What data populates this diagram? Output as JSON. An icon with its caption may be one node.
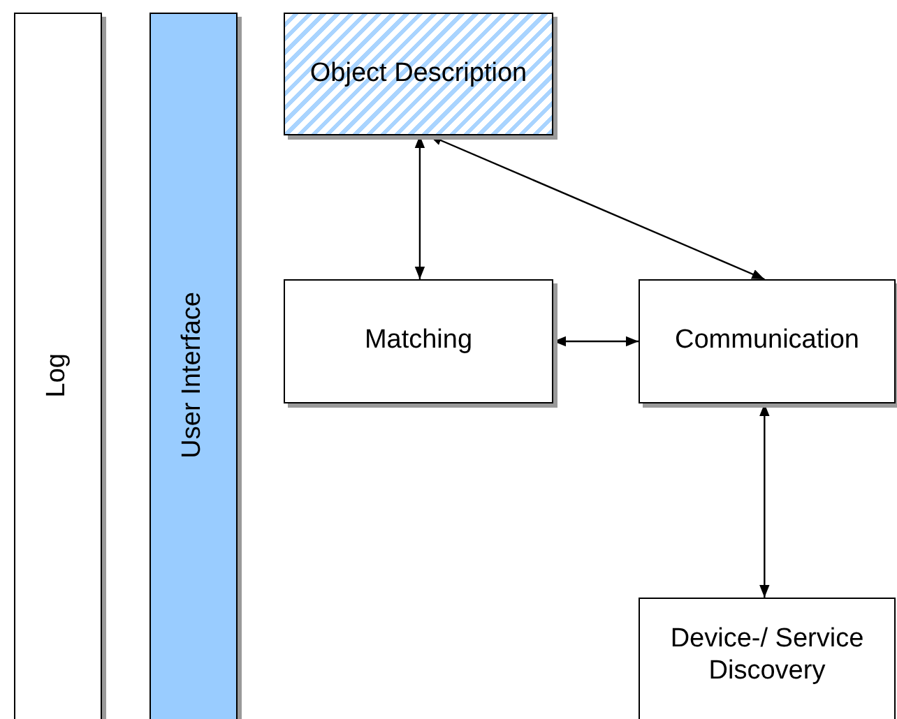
{
  "diagram": {
    "nodes": [
      {
        "text": [
          "Log"
        ]
      },
      {
        "text": [
          "User Interface"
        ]
      },
      {
        "text": [
          "Object Description"
        ]
      },
      {
        "text": [
          "Matching"
        ]
      },
      {
        "text": [
          "Communication"
        ]
      },
      {
        "text": [
          "Device-/ Service Discovery"
        ]
      }
    ],
    "edges": [
      {
        "from": 2,
        "to": 3,
        "arrow": "both"
      },
      {
        "from": 2,
        "to": 4,
        "arrow": "both"
      },
      {
        "from": 3,
        "to": 4,
        "arrow": "both"
      },
      {
        "from": 4,
        "to": 5,
        "arrow": "both"
      }
    ]
  }
}
